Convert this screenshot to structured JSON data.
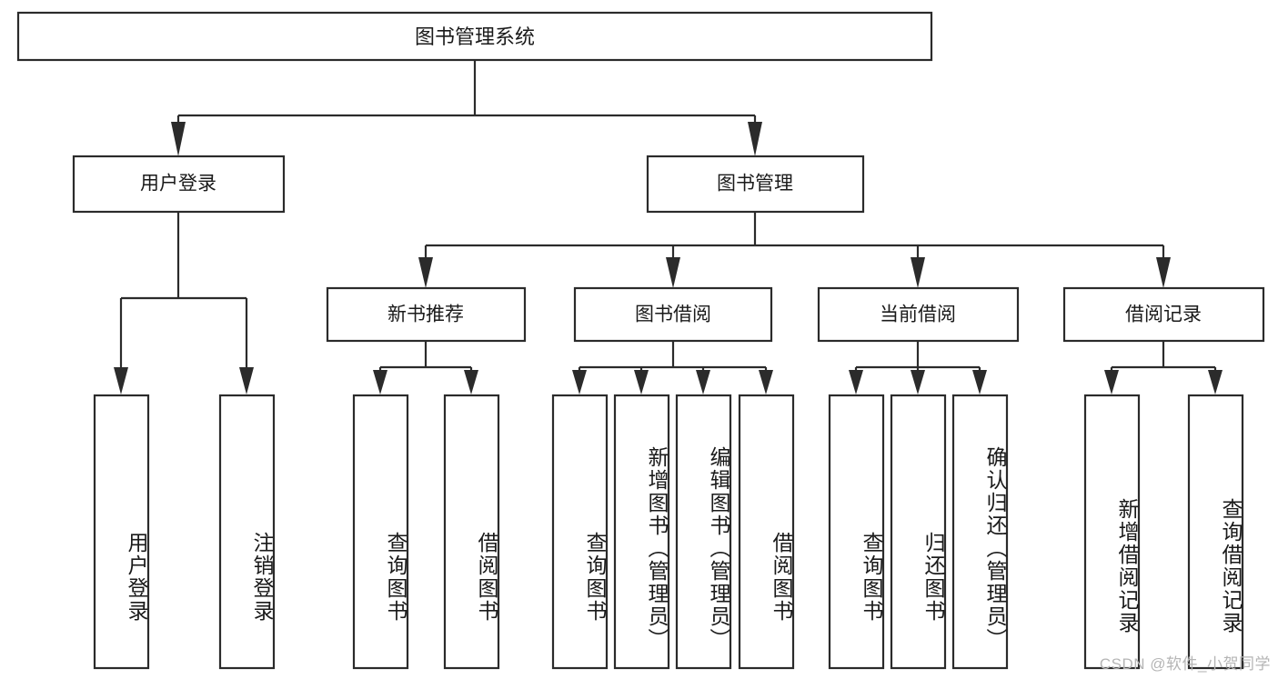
{
  "diagram": {
    "type": "tree-hierarchy",
    "title": "图书管理系统",
    "watermark": "CSDN @软件_小贺同学",
    "colors": {
      "box_stroke": "#2b2b2b",
      "box_fill": "#ffffff",
      "text": "#1a1a1a",
      "background": "#ffffff",
      "watermark": "#b5b5b5"
    },
    "levels": [
      {
        "level": 1,
        "nodes": [
          {
            "id": "root",
            "label": "图书管理系统",
            "orientation": "horizontal"
          }
        ]
      },
      {
        "level": 2,
        "nodes": [
          {
            "id": "user-login",
            "label": "用户登录",
            "orientation": "horizontal",
            "parent": "root"
          },
          {
            "id": "book-manage",
            "label": "图书管理",
            "orientation": "horizontal",
            "parent": "root"
          }
        ]
      },
      {
        "level": 3,
        "nodes": [
          {
            "id": "new-book-rec",
            "label": "新书推荐",
            "orientation": "horizontal",
            "parent": "book-manage"
          },
          {
            "id": "book-borrow",
            "label": "图书借阅",
            "orientation": "horizontal",
            "parent": "book-manage"
          },
          {
            "id": "current-borrow",
            "label": "当前借阅",
            "orientation": "horizontal",
            "parent": "book-manage"
          },
          {
            "id": "borrow-record",
            "label": "借阅记录",
            "orientation": "horizontal",
            "parent": "book-manage"
          }
        ]
      },
      {
        "level": 4,
        "nodes": [
          {
            "id": "leaf-user-login",
            "label": "用户登录",
            "orientation": "vertical",
            "parent": "user-login"
          },
          {
            "id": "leaf-user-logout",
            "label": "注销登录",
            "orientation": "vertical",
            "parent": "user-login"
          },
          {
            "id": "leaf-query-book-1",
            "label": "查询图书",
            "orientation": "vertical",
            "parent": "new-book-rec"
          },
          {
            "id": "leaf-borrow-book-1",
            "label": "借阅图书",
            "orientation": "vertical",
            "parent": "new-book-rec"
          },
          {
            "id": "leaf-query-book-2",
            "label": "查询图书",
            "orientation": "vertical",
            "parent": "book-borrow"
          },
          {
            "id": "leaf-add-book",
            "label": "新增图书（管理员）",
            "orientation": "vertical",
            "parent": "book-borrow"
          },
          {
            "id": "leaf-edit-book",
            "label": "编辑图书（管理员）",
            "orientation": "vertical",
            "parent": "book-borrow"
          },
          {
            "id": "leaf-borrow-book-2",
            "label": "借阅图书",
            "orientation": "vertical",
            "parent": "book-borrow"
          },
          {
            "id": "leaf-query-book-3",
            "label": "查询图书",
            "orientation": "vertical",
            "parent": "current-borrow"
          },
          {
            "id": "leaf-return-book",
            "label": "归还图书",
            "orientation": "vertical",
            "parent": "current-borrow"
          },
          {
            "id": "leaf-confirm-return",
            "label": "确认归还（管理员）",
            "orientation": "vertical",
            "parent": "current-borrow"
          },
          {
            "id": "leaf-add-record",
            "label": "新增借阅记录",
            "orientation": "vertical",
            "parent": "borrow-record"
          },
          {
            "id": "leaf-query-record",
            "label": "查询借阅记录",
            "orientation": "vertical",
            "parent": "borrow-record"
          }
        ]
      }
    ]
  }
}
